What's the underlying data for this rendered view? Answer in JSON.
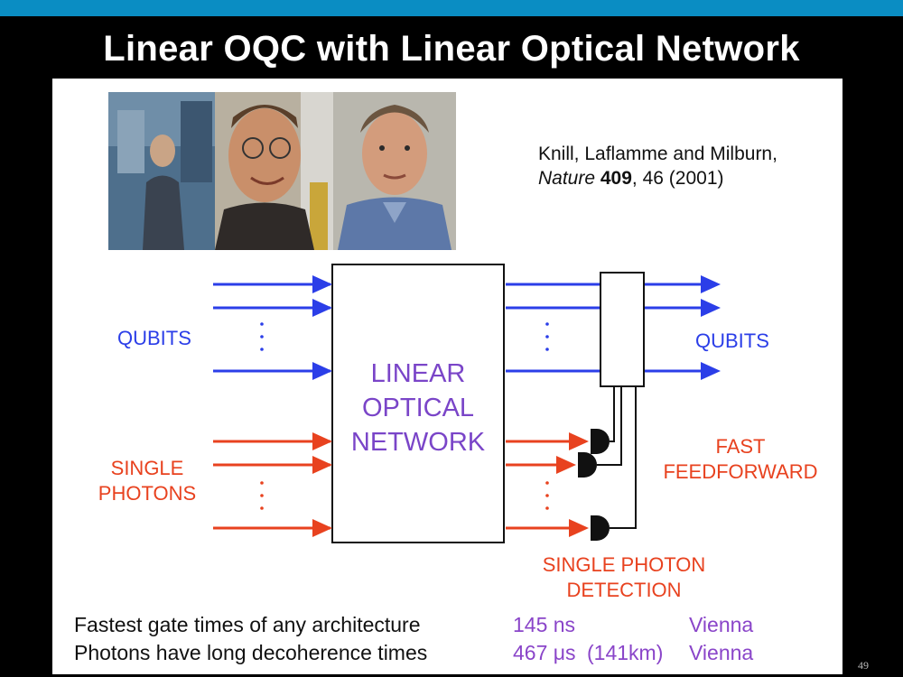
{
  "slide": {
    "title": "Linear OQC with Linear Optical Network",
    "page_number": "49"
  },
  "citation": {
    "authors": "Knill, Laflamme and Milburn,",
    "journal": "Nature",
    "volume": "409",
    "rest": ", 46 (2001)"
  },
  "diagram": {
    "network_line1": "LINEAR",
    "network_line2": "OPTICAL",
    "network_line3": "NETWORK",
    "qubits_in": "QUBITS",
    "qubits_out": "QUBITS",
    "single_line1": "SINGLE",
    "single_line2": "PHOTONS",
    "fast_line1": "FAST",
    "fast_line2": "FEEDFORWARD",
    "detection_line1": "SINGLE PHOTON",
    "detection_line2": "DETECTION",
    "colors": {
      "qubit": "#2b3ee8",
      "photon": "#e8421f",
      "network": "#7a45c8"
    }
  },
  "facts": [
    {
      "description": "Fastest gate times of any architecture",
      "value": "145 ns",
      "location": "Vienna"
    },
    {
      "description": "Photons have long decoherence times",
      "value": "467 μs",
      "distance": "(141km)",
      "location": "Vienna"
    }
  ],
  "photos": [
    {
      "icon": "person-photo"
    },
    {
      "icon": "person-photo"
    },
    {
      "icon": "person-photo"
    }
  ]
}
